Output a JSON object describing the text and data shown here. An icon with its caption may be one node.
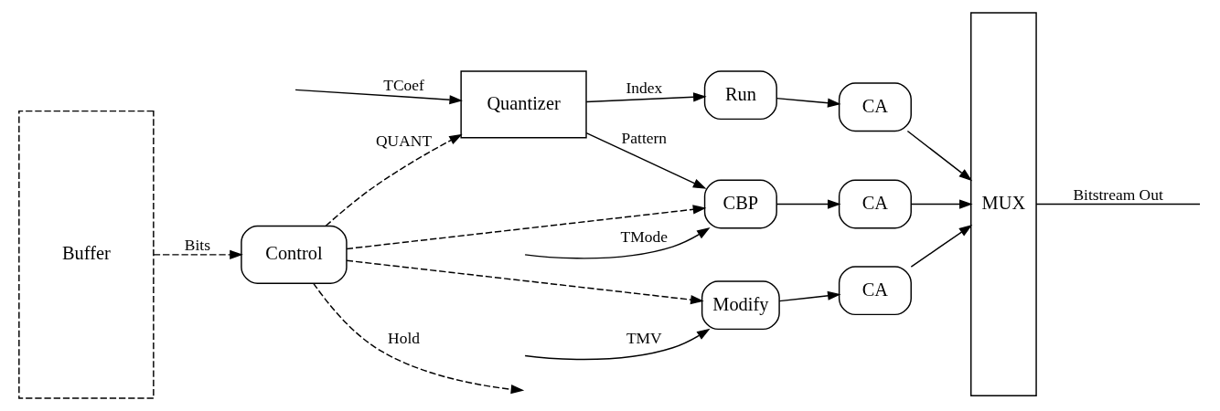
{
  "diagram": {
    "nodes": [
      {
        "text": [
          "Quantizer"
        ]
      },
      {
        "text": [
          "Run"
        ]
      },
      {
        "text": [
          "CA"
        ]
      },
      {
        "text": [
          "Control"
        ]
      },
      {
        "text": [
          "CBP"
        ]
      },
      {
        "text": [
          "CA"
        ]
      },
      {
        "text": [
          "Modify"
        ]
      },
      {
        "text": [
          "CA"
        ]
      },
      {
        "text": [
          "Buffer"
        ]
      },
      {
        "text": [
          "MUX"
        ]
      }
    ],
    "edges": [
      {
        "from": null,
        "to": 0,
        "arrow": "to",
        "label": "TCoef"
      },
      {
        "from": 0,
        "to": 1,
        "arrow": "to",
        "label": "Index"
      },
      {
        "from": 1,
        "to": 2,
        "arrow": "to"
      },
      {
        "from": 2,
        "to": 9,
        "arrow": "to"
      },
      {
        "from": 0,
        "to": 4,
        "arrow": "to",
        "label": "Pattern"
      },
      {
        "from": 3,
        "to": null,
        "arrow": "to",
        "label": "Hold",
        "style": "dashed"
      },
      {
        "from": 3,
        "to": 0,
        "arrow": "to",
        "label": "QUANT",
        "style": "dashed"
      },
      {
        "from": 3,
        "to": 4,
        "arrow": "to",
        "style": "dashed"
      },
      {
        "from": 3,
        "to": 6,
        "arrow": "to",
        "style": "dashed"
      },
      {
        "from": 8,
        "to": 3,
        "arrow": "to",
        "label": "Bits",
        "style": "dashed"
      },
      {
        "from": null,
        "to": 4,
        "arrow": "to",
        "label": "TMode"
      },
      {
        "from": 4,
        "to": 5,
        "arrow": "to"
      },
      {
        "from": 5,
        "to": 9,
        "arrow": "to"
      },
      {
        "from": null,
        "to": 6,
        "arrow": "to",
        "label": "TMV"
      },
      {
        "from": 6,
        "to": 7,
        "arrow": "to"
      },
      {
        "from": 7,
        "to": 9,
        "arrow": "to"
      },
      {
        "from": 9,
        "to": null,
        "arrow": "none",
        "label": "Bitstream Out"
      }
    ]
  }
}
